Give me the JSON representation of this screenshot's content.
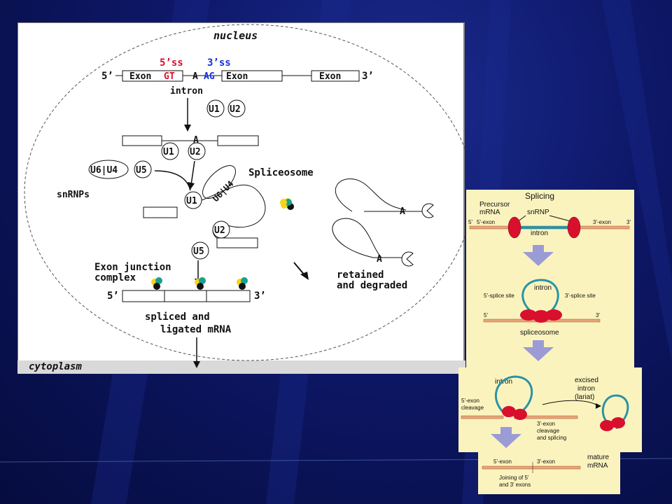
{
  "left_diagram": {
    "nucleus": "nucleus",
    "cytoplasm": "cytoplasm",
    "five_prime": "5’",
    "three_prime": "3’",
    "ss5": "5’ss",
    "ss3": "3’ss",
    "exon": "Exon",
    "gt": "GT",
    "ag": "AG",
    "a": "A",
    "intron": "intron",
    "u1": "U1",
    "u2": "U2",
    "u5": "U5",
    "u6u4": "U6|U4",
    "snrnps": "snRNPs",
    "spliceosome": "Spliceosome",
    "ejc": [
      "Exon junction",
      "complex"
    ],
    "retained": [
      "retained",
      "and degraded"
    ],
    "spliced": [
      "spliced and",
      "ligated mRNA"
    ]
  },
  "right_diagram": {
    "title": "Splicing",
    "precursor": [
      "Precursor",
      "mRNA"
    ],
    "snrnp": "snRNP",
    "prime5": "5'",
    "prime3": "3'",
    "exon5": "5'-exon",
    "exon3": "3'-exon",
    "intron": "intron",
    "splice5": "5'-splice site",
    "splice3": "3'-splice site",
    "spliceosome": "spliceosome",
    "excised": [
      "excised",
      "intron",
      "(lariat)"
    ],
    "cleavage5": [
      "5'-exon",
      "cleavage"
    ],
    "cleavage3": [
      "3'-exon",
      "cleavage",
      "and splicing"
    ],
    "mature": [
      "mature",
      "mRNA"
    ],
    "joining": [
      "Joining of 5'",
      "and 3' exons"
    ]
  },
  "colors": {
    "red": "#d8102e",
    "blue": "#1530d8",
    "teal": "#2a93a6",
    "panel": "#fbf3be",
    "arrow": "#9b9bd6"
  }
}
